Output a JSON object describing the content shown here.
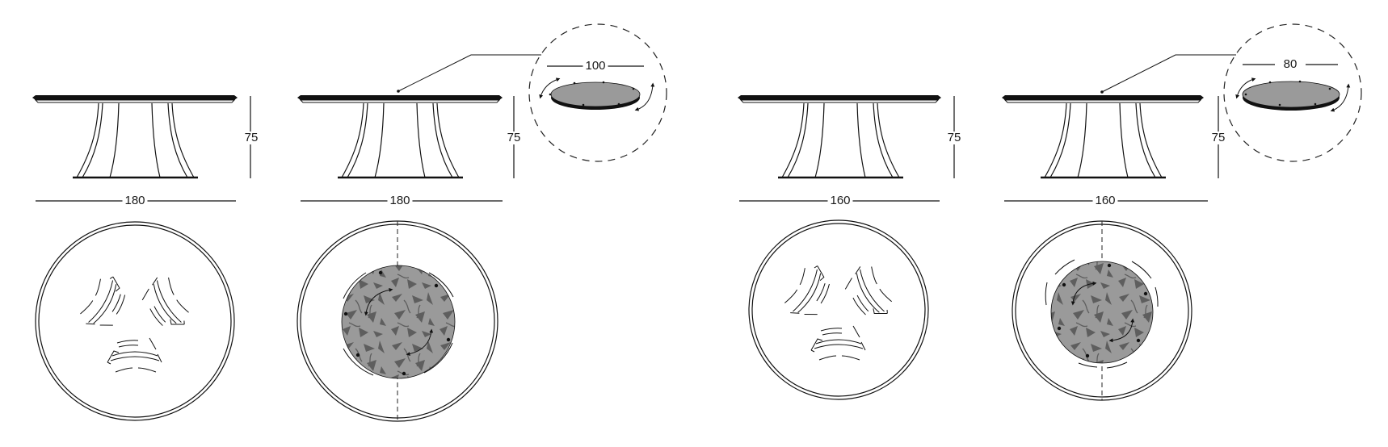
{
  "figure": {
    "description": "Technical drawing of round pedestal dining tables, with and without lazy susan",
    "colors": {
      "line": "#111111",
      "lazy_susan_fill": "#9a9a9a",
      "lazy_susan_pattern": "#5e5e5e",
      "background": "#ffffff"
    }
  },
  "tables": [
    {
      "id": "table-180",
      "width_label": "180",
      "height_label": "75",
      "lazy_susan": false
    },
    {
      "id": "table-180-lazy-susan",
      "width_label": "180",
      "height_label": "75",
      "lazy_susan": true,
      "lazy_susan_label": "100"
    },
    {
      "id": "table-160",
      "width_label": "160",
      "height_label": "75",
      "lazy_susan": false
    },
    {
      "id": "table-160-lazy-susan",
      "width_label": "160",
      "height_label": "75",
      "lazy_susan": true,
      "lazy_susan_label": "80"
    }
  ]
}
